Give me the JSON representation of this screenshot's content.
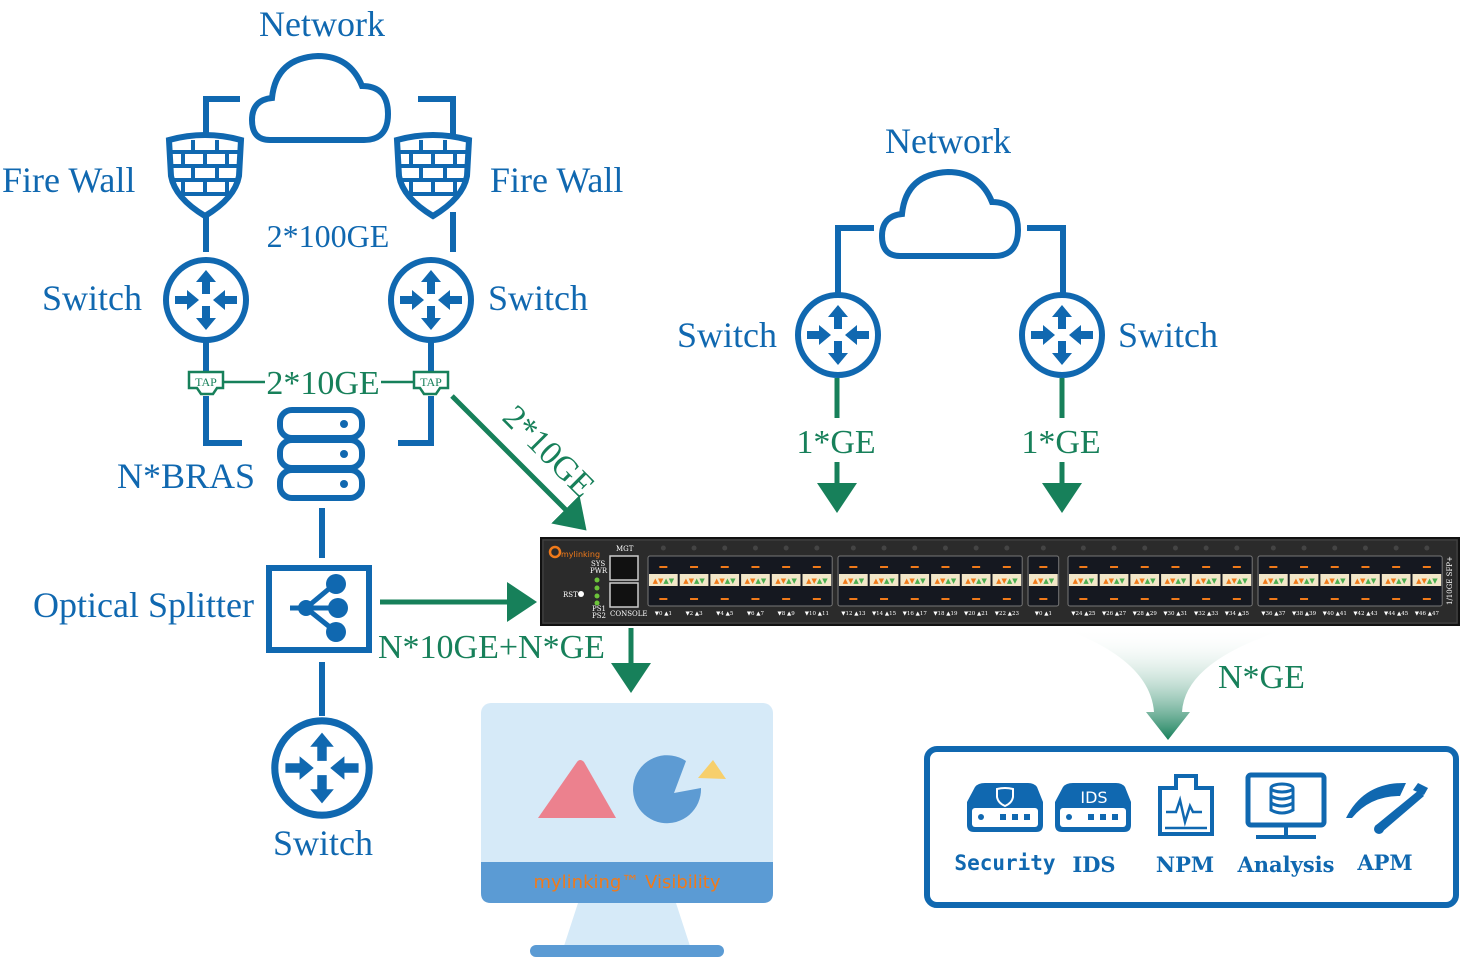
{
  "colors": {
    "blue": "#1068b0",
    "green": "#17805a",
    "device": "#2b2b2b",
    "monitor_screen": "#d6eaf8",
    "monitor_band": "#5b9bd4",
    "brand_orange": "#f07a1a"
  },
  "left_network": {
    "network_label": "Network",
    "firewall_left": "Fire Wall",
    "firewall_right": "Fire Wall",
    "uplink_speed": "2*100GE",
    "switch_left": "Switch",
    "switch_right": "Switch",
    "tap_left": "TAP",
    "tap_right": "TAP",
    "tap_speed": "2*10GE",
    "bras": "N*BRAS",
    "splitter": "Optical Splitter",
    "bottom_switch": "Switch",
    "diag_speed": "2*10GE",
    "splitter_speed": "N*10GE+N*GE"
  },
  "right_network": {
    "network_label": "Network",
    "switch_left": "Switch",
    "switch_right": "Switch",
    "speed_left": "1*GE",
    "speed_right": "1*GE",
    "output_speed": "N*GE"
  },
  "device": {
    "brand": "mylinking",
    "tm": "™",
    "mgt": "MGT",
    "console": "CONSOLE",
    "sys": "SYS",
    "pwr": "PWR",
    "rst": "RST",
    "ps1": "PS1",
    "ps2": "PS2",
    "side_label": "1/10GE SFP+",
    "port_groups": [
      [
        "▼0 ▲1",
        "▼2 ▲3",
        "▼4 ▲5",
        "▼6 ▲7",
        "▼8 ▲9",
        "▼10 ▲11"
      ],
      [
        "▼12 ▲13",
        "▼14 ▲15",
        "▼16 ▲17",
        "▼18 ▲19",
        "▼20 ▲21",
        "▼22 ▲23"
      ],
      [
        "▼0 ▲1"
      ],
      [
        "▼24 ▲25",
        "▼26 ▲27",
        "▼28 ▲29",
        "▼30 ▲31",
        "▼32 ▲33",
        "▼34 ▲35"
      ],
      [
        "▼36 ▲37",
        "▼38 ▲39",
        "▼40 ▲41",
        "▼42 ▲43",
        "▼44 ▲45",
        "▼46 ▲47"
      ]
    ]
  },
  "monitor": {
    "caption": "mylinking™ Visibility"
  },
  "tools": [
    {
      "label": "Security",
      "icon": "security-appliance-icon"
    },
    {
      "label": "IDS",
      "icon": "ids-appliance-icon",
      "badge": "IDS"
    },
    {
      "label": "NPM",
      "icon": "npm-icon"
    },
    {
      "label": "Analysis",
      "icon": "analysis-icon"
    },
    {
      "label": "APM",
      "icon": "apm-gauge-icon"
    }
  ]
}
